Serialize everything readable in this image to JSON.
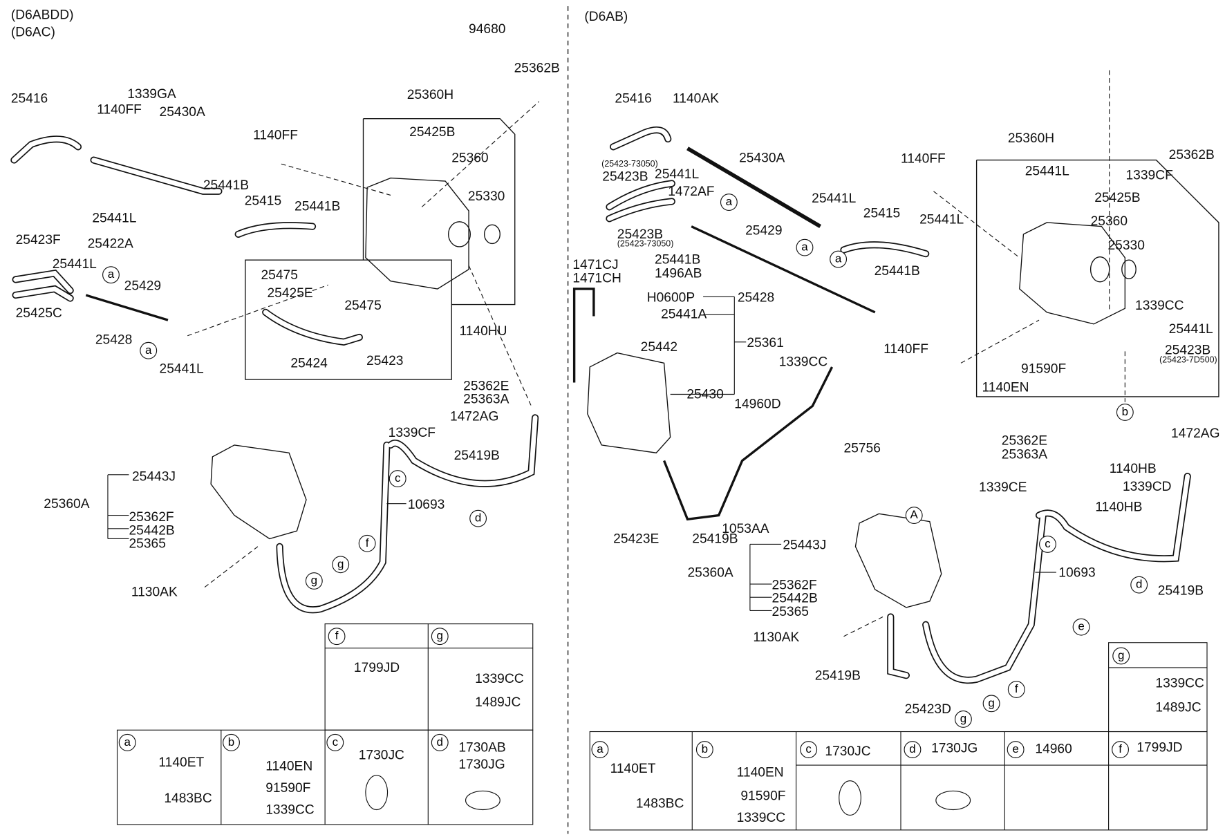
{
  "left": {
    "variants": [
      "(D6ABDD)",
      "(D6AC)"
    ],
    "labels": [
      "94680",
      "25362B",
      "25416",
      "1339GA",
      "1140FF",
      "25430A",
      "25360H",
      "25425B",
      "1140FF",
      "25360",
      "25330",
      "25441B",
      "25415",
      "25441B",
      "25441L",
      "25422A",
      "25423F",
      "25441L",
      "25429",
      "25475",
      "25425E",
      "25475",
      "25425C",
      "25428",
      "1140HU",
      "25441L",
      "25424",
      "25423",
      "25362E",
      "25363A",
      "1472AG",
      "1339CF",
      "25419B",
      "25443J",
      "25360A",
      "10693",
      "25362F",
      "25442B",
      "25365",
      "1130AK"
    ],
    "circles": [
      "a",
      "a",
      "c",
      "d",
      "f",
      "g",
      "g"
    ],
    "legend": {
      "f": {
        "key": "f",
        "parts": [
          "1799JD"
        ]
      },
      "g": {
        "key": "g",
        "parts": [
          "1339CC",
          "1489JC"
        ]
      },
      "a": {
        "key": "a",
        "parts": [
          "1140ET",
          "1483BC"
        ]
      },
      "b": {
        "key": "b",
        "parts": [
          "1140EN",
          "91590F",
          "1339CC"
        ]
      },
      "c": {
        "key": "c",
        "parts": [
          "1730JC"
        ]
      },
      "d": {
        "key": "d",
        "parts": [
          "1730AB",
          "1730JG"
        ]
      }
    }
  },
  "right": {
    "variants": [
      "(D6AB)"
    ],
    "labels": [
      "25416",
      "1140AK",
      "25362B",
      "1339CF",
      "25360H",
      "25423B",
      "25441L",
      "25430A",
      "1140FF",
      "25441L",
      "25425B",
      "1472AF",
      "25441L",
      "25415",
      "25441L",
      "25360",
      "25423B",
      "25429",
      "25330",
      "1471CJ",
      "1471CH",
      "25441B",
      "1496AB",
      "25441B",
      "H0600P",
      "25428",
      "1339CC",
      "25441A",
      "25441L",
      "25361",
      "25442",
      "1140FF",
      "25423B",
      "1339CC",
      "91590F",
      "25430",
      "14960D",
      "1140EN",
      "25362E",
      "25363A",
      "1472AG",
      "25756",
      "1140HB",
      "1339CE",
      "1339CD",
      "1140HB",
      "1053AA",
      "25423E",
      "25419B",
      "25443J",
      "25360A",
      "10693",
      "25362F",
      "25442B",
      "25365",
      "25419B",
      "1130AK",
      "25419B",
      "25423D"
    ],
    "part_notes": [
      "(25423-73050)",
      "(25423-73050)",
      "(25423-7D500)"
    ],
    "circles": [
      "a",
      "a",
      "a",
      "b",
      "A",
      "c",
      "d",
      "e",
      "f",
      "g",
      "g"
    ],
    "legend": {
      "g": {
        "key": "g",
        "parts": [
          "1339CC",
          "1489JC"
        ]
      },
      "a": {
        "key": "a",
        "parts": [
          "1140ET",
          "1483BC"
        ]
      },
      "b": {
        "key": "b",
        "parts": [
          "1140EN",
          "91590F",
          "1339CC"
        ]
      },
      "c": {
        "key": "c",
        "parts": [
          "1730JC"
        ]
      },
      "d": {
        "key": "d",
        "parts": [
          "1730JG"
        ]
      },
      "e": {
        "key": "e",
        "parts": [
          "14960"
        ]
      },
      "f": {
        "key": "f",
        "parts": [
          "1799JD"
        ]
      }
    }
  }
}
